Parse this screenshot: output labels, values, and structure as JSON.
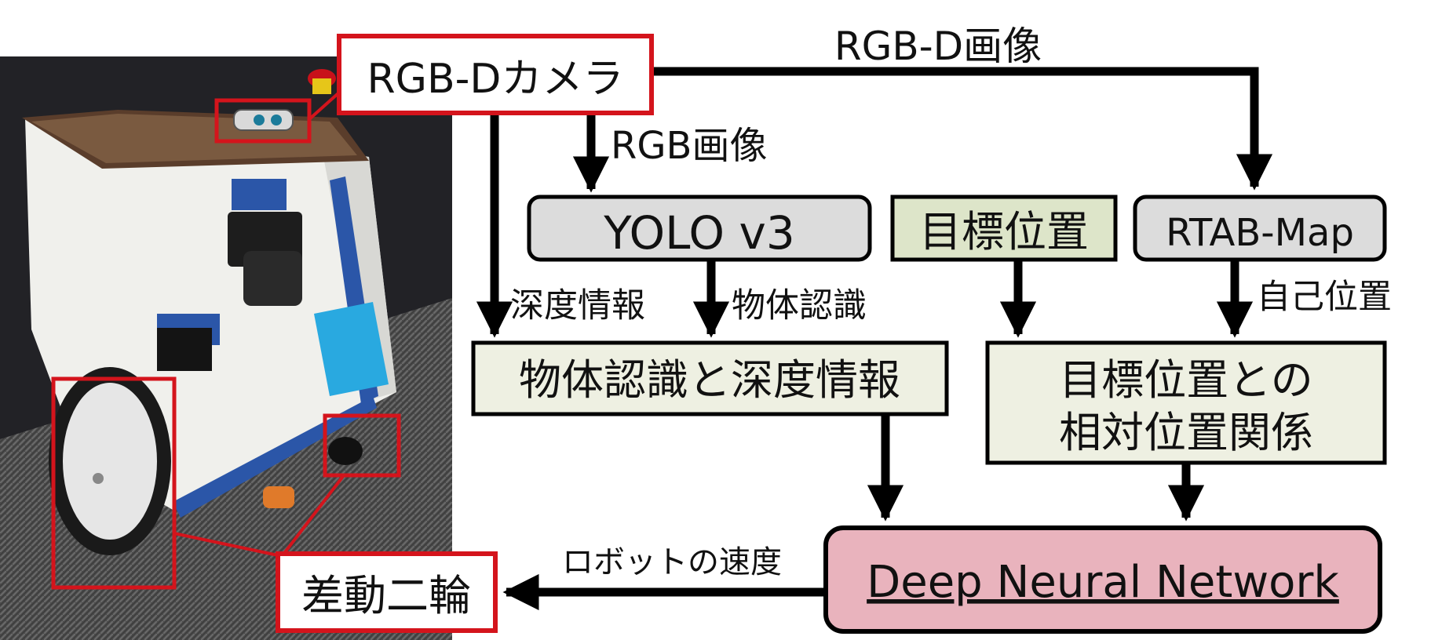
{
  "colors": {
    "red_frame": "#d4141c",
    "gray_box": "#dcdcdc",
    "green_box": "#dde5c9",
    "light_box": "#eef0e2",
    "dnn_box": "#e9b3bd",
    "line": "#000000"
  },
  "labels": {
    "camera": "RGB-Dカメラ",
    "rgbd_image": "RGB-D画像",
    "rgb_image": "RGB画像",
    "yolo": "YOLO v3",
    "goal": "目標位置",
    "rtab": "RTAB-Map",
    "depth_info": "深度情報",
    "object_recognition": "物体認識",
    "self_position": "自己位置",
    "recog_depth": "物体認識と深度情報",
    "relation_line1": "目標位置との",
    "relation_line2": "相対位置関係",
    "robot_velocity": "ロボットの速度",
    "dnn": "Deep Neural Network",
    "diff_drive": "差動二輪"
  },
  "photo": {
    "icons": [
      "robot-photo",
      "camera-icon",
      "wheel-icon",
      "caster-icon"
    ]
  }
}
